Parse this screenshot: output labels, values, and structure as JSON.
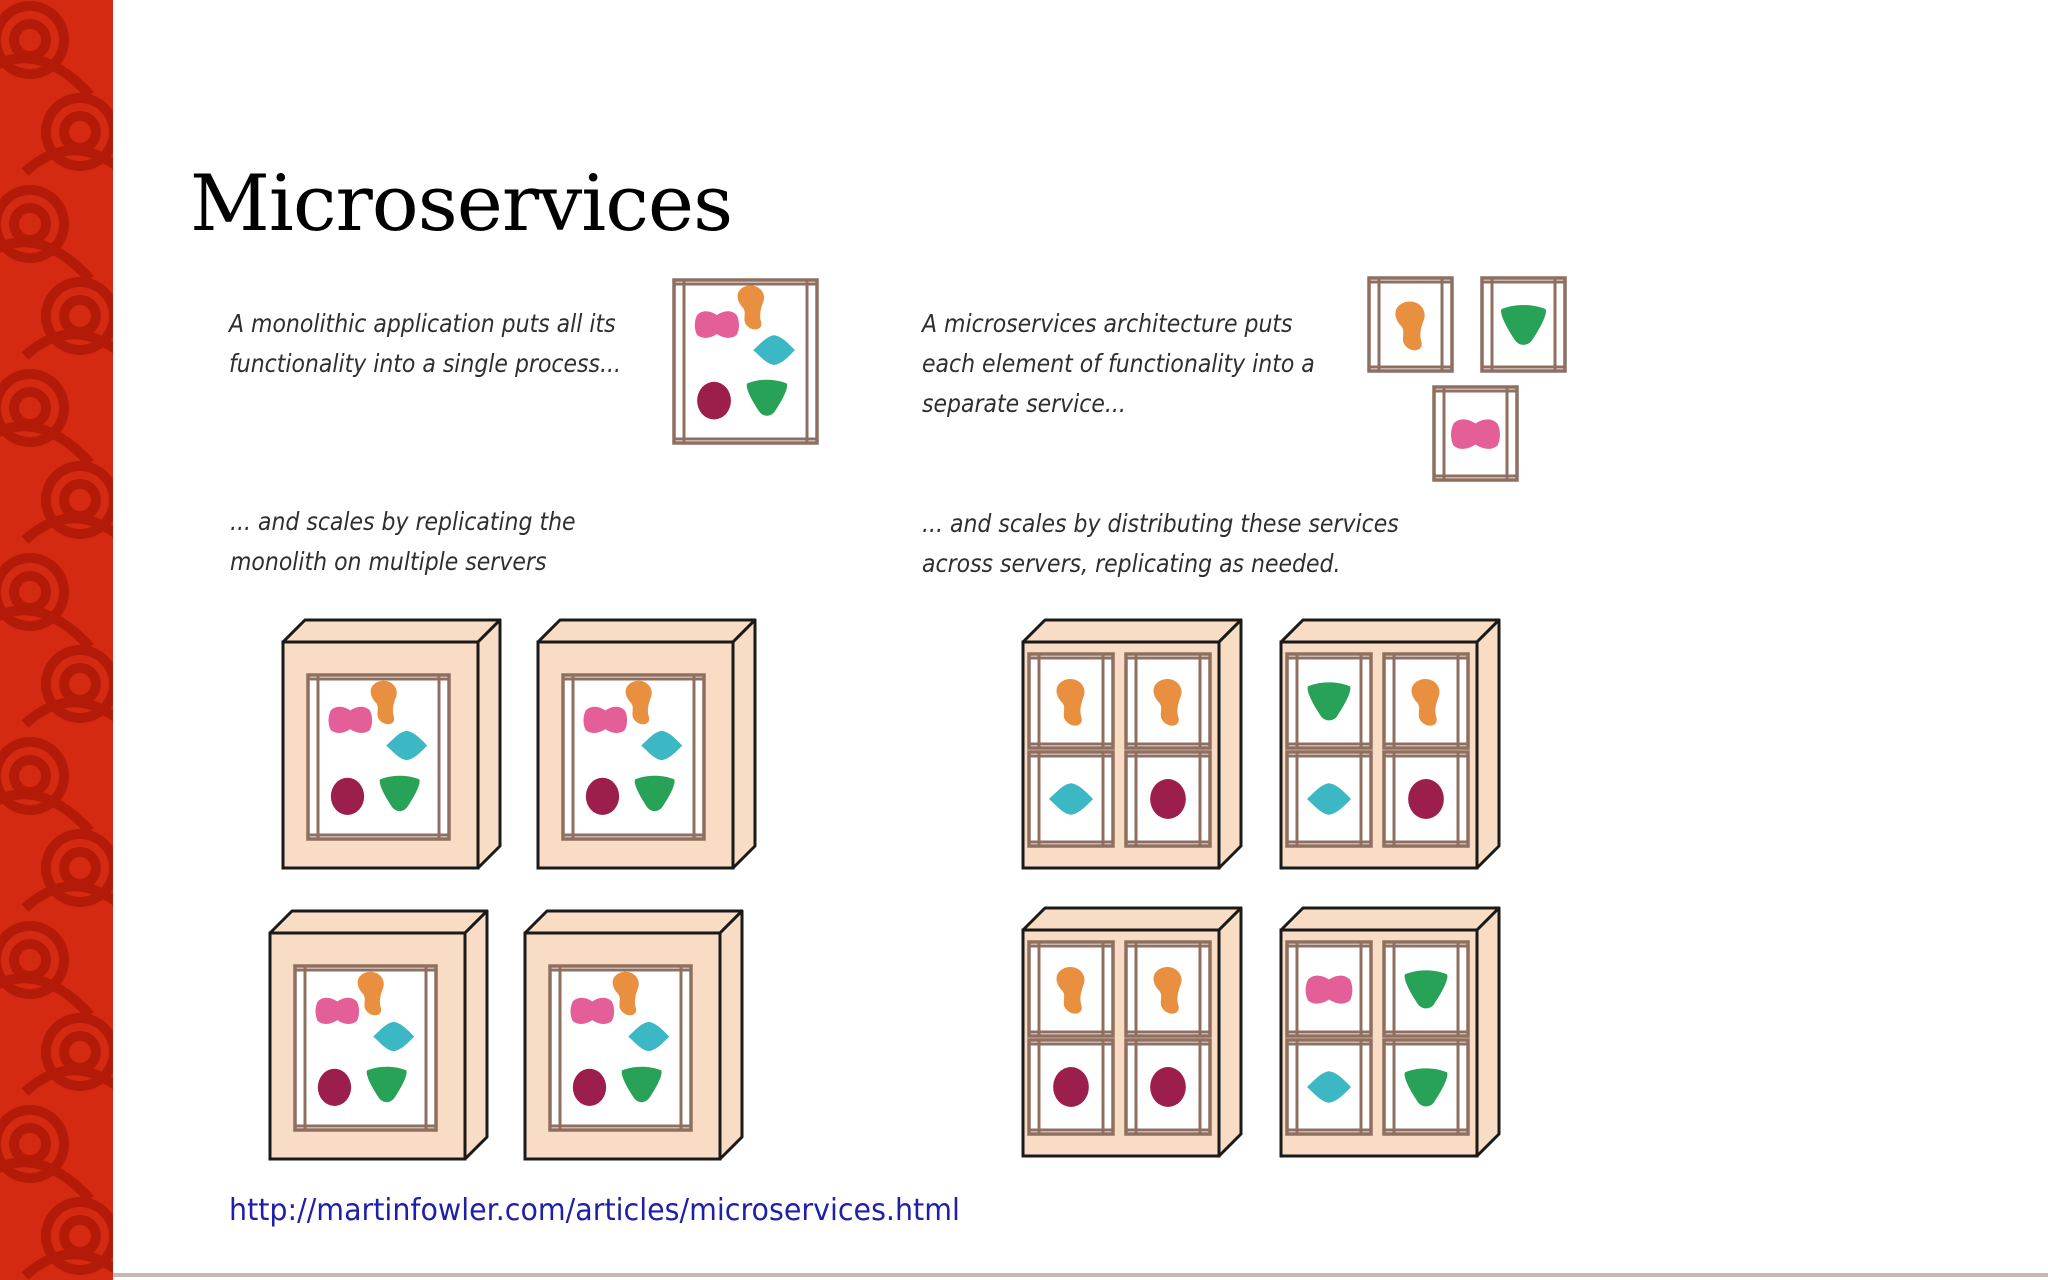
{
  "slide": {
    "title": "Microservices"
  },
  "captions": {
    "monolith": [
      "A monolithic application puts all its",
      "functionality into a single process..."
    ],
    "microservices": [
      "A microservices architecture puts",
      "each element of functionality into a",
      "separate service..."
    ],
    "monolith_scaling": [
      "... and scales by replicating the",
      "monolith on multiple servers"
    ],
    "microservices_scaling": [
      "... and scales by distributing these services",
      "across servers, replicating as needed."
    ]
  },
  "diagram": {
    "functionality_shapes": [
      "pink-shape",
      "orange-shape",
      "teal-shape",
      "maroon-shape",
      "green-shape"
    ],
    "microservice_servers": [
      [
        "orange-shape",
        "orange-shape",
        "teal-shape",
        "maroon-shape"
      ],
      [
        "green-shape",
        "orange-shape",
        "teal-shape",
        "maroon-shape"
      ],
      [
        "orange-shape",
        "orange-shape",
        "maroon-shape",
        "maroon-shape"
      ],
      [
        "pink-shape",
        "green-shape",
        "teal-shape",
        "green-shape"
      ]
    ],
    "monolith_server_count": 4
  },
  "colors": {
    "side_band": "#d42a12",
    "server_fill": "#f8dcc4",
    "frame": "#8f6f60",
    "pink": "#e45e98",
    "orange": "#e89040",
    "teal": "#3cb7c4",
    "maroon": "#9c1e4c",
    "green": "#27a257",
    "link": "#1f1fa8"
  },
  "footer": {
    "link_text": "http://martinfowler.com/articles/microservices.html"
  }
}
